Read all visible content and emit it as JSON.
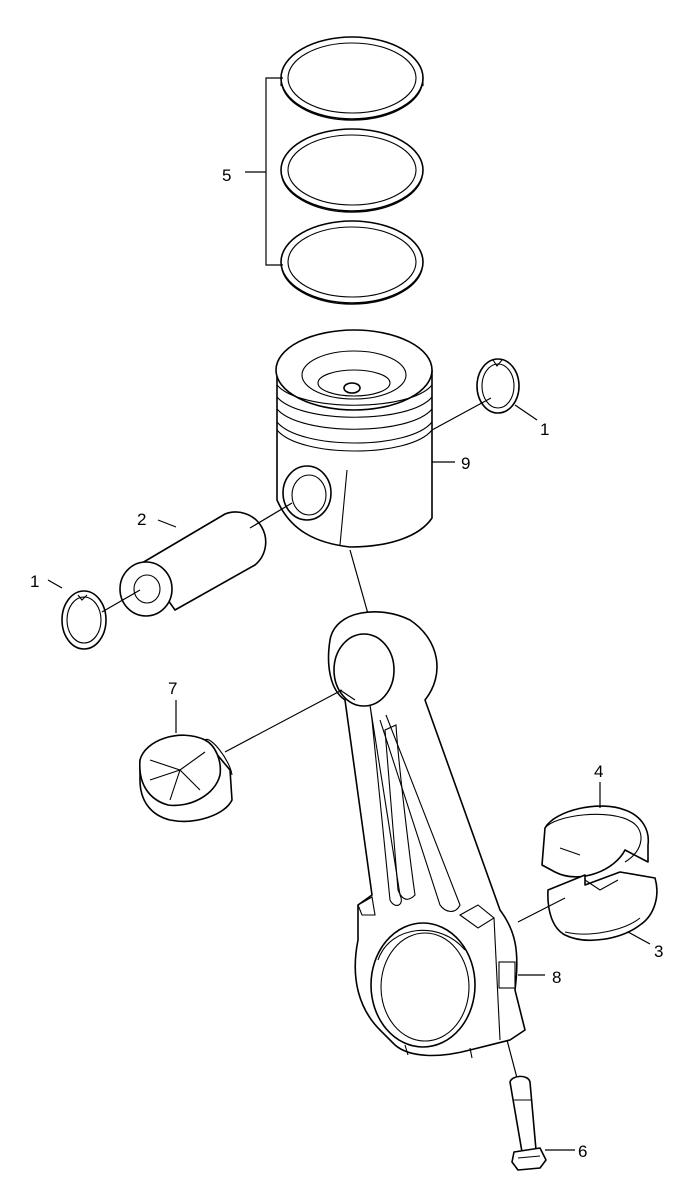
{
  "diagram": {
    "callouts": {
      "retaining_ring_right": "1",
      "retaining_ring_left": "1",
      "piston_pin": "2",
      "bearing_lower": "3",
      "bearing_upper": "4",
      "piston_ring_set": "5",
      "rod_bolt": "6",
      "small_end_bushing": "7",
      "connecting_rod": "8",
      "piston": "9"
    },
    "colors": {
      "line": "#000000",
      "background": "#ffffff"
    }
  }
}
